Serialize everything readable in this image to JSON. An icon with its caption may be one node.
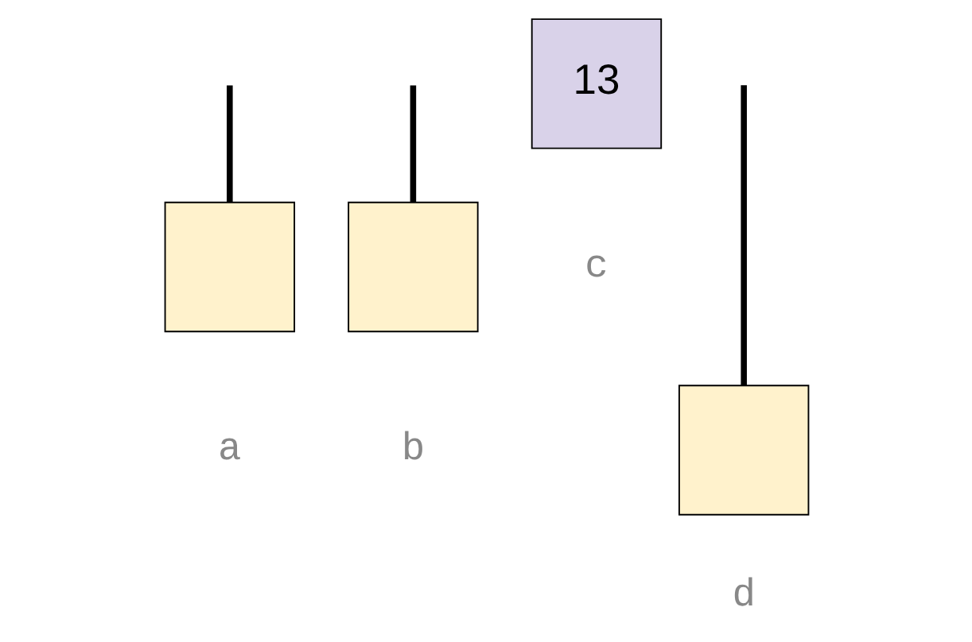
{
  "diagram": {
    "nodes": [
      {
        "text": [],
        "shape": "box",
        "beside": [
          "a"
        ]
      },
      {
        "text": [],
        "shape": "box",
        "beside": [
          "b"
        ]
      },
      {
        "text": [
          "13"
        ],
        "beside": [
          "c"
        ]
      },
      {
        "text": [],
        "shape": "box",
        "beside": [
          "d"
        ]
      }
    ],
    "edges": [
      {
        "from": null,
        "to": 0,
        "arrow": "none"
      },
      {
        "from": null,
        "to": 3,
        "arrow": "none"
      },
      {
        "from": null,
        "to": 1,
        "arrow": "none"
      }
    ]
  }
}
